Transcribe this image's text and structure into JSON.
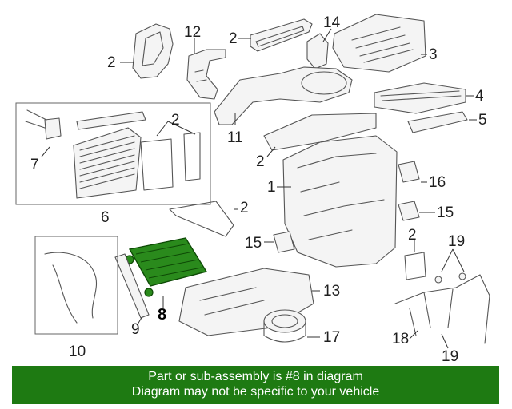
{
  "callouts": {
    "c1": "1",
    "c2a": "2",
    "c2b": "2",
    "c2c": "2",
    "c2d": "2",
    "c2e": "2",
    "c2f": "2",
    "c3": "3",
    "c4": "4",
    "c5": "5",
    "c6": "6",
    "c7": "7",
    "c8": "8",
    "c9": "9",
    "c10": "10",
    "c11": "11",
    "c12": "12",
    "c13": "13",
    "c14": "14",
    "c15a": "15",
    "c15b": "15",
    "c16": "16",
    "c17": "17",
    "c18": "18",
    "c19a": "19",
    "c19b": "19"
  },
  "highlight_color": "#1e7a12",
  "banner": {
    "line1": "Part or sub-assembly is #8 in diagram",
    "line2": "Diagram may not be specific to your vehicle"
  }
}
